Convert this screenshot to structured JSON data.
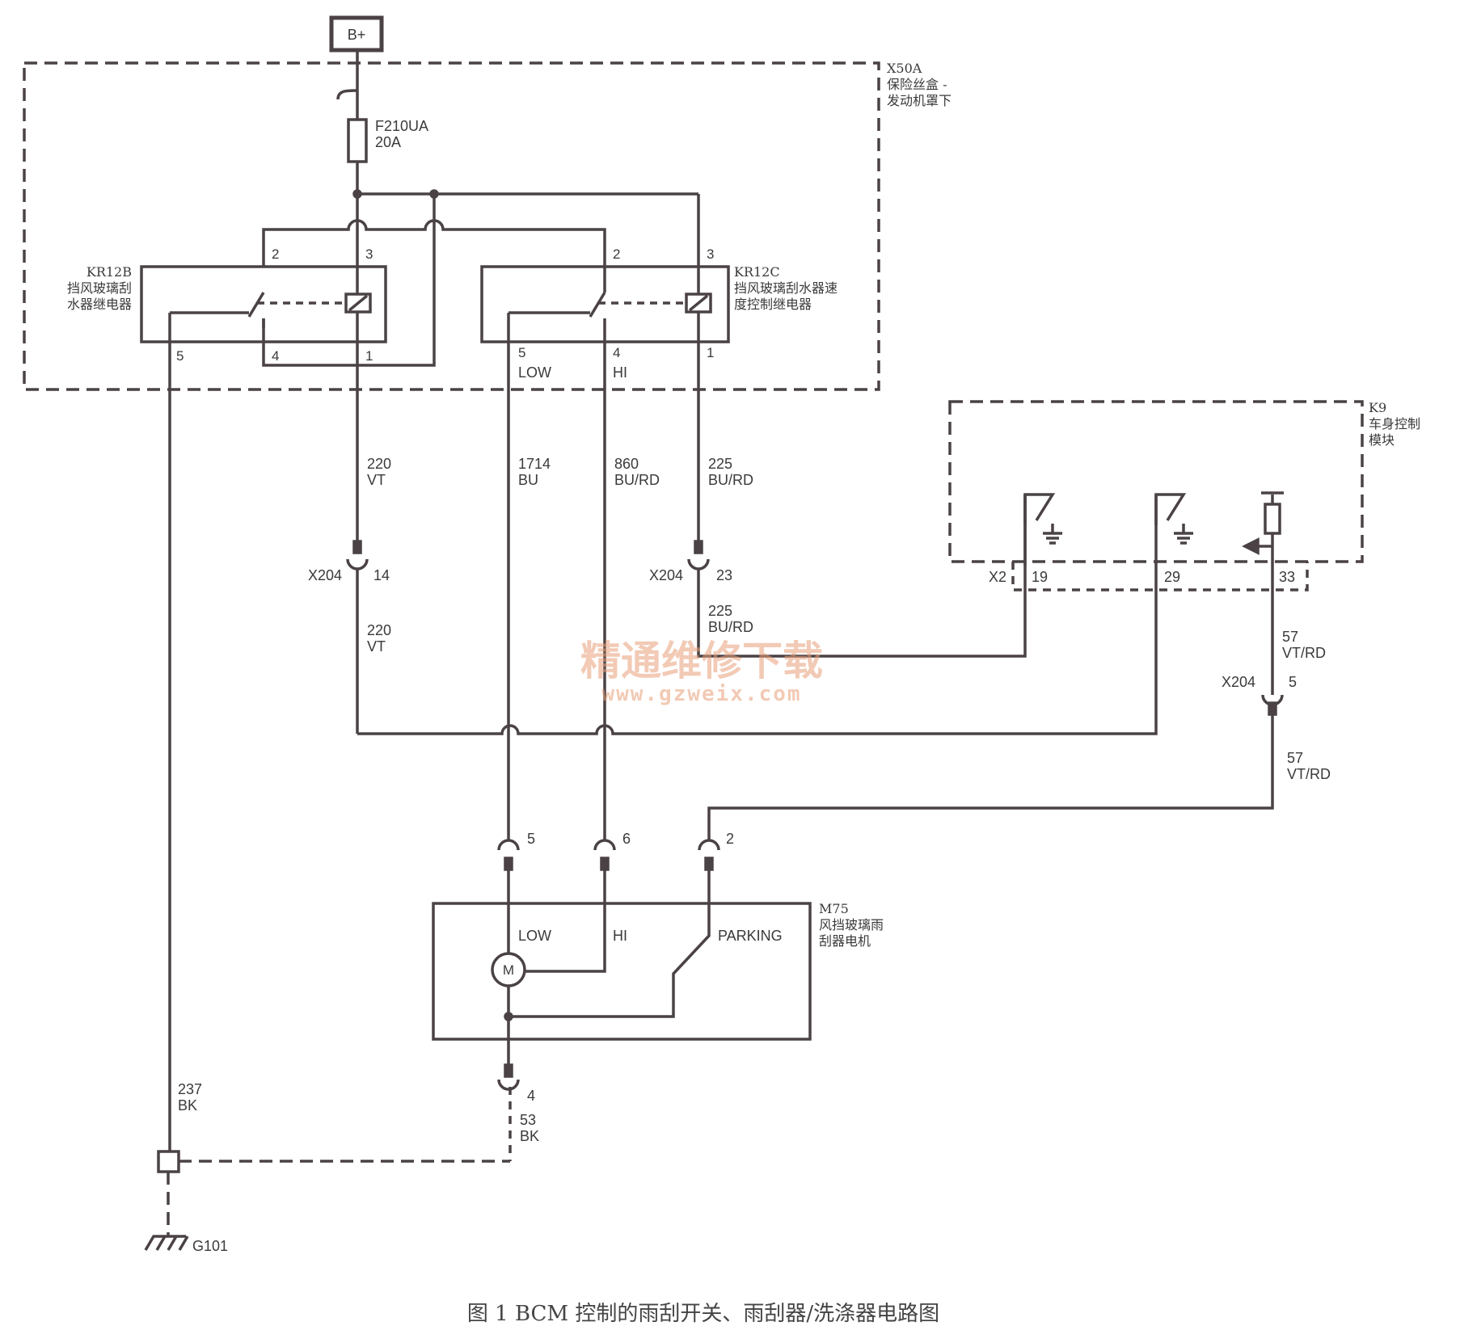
{
  "caption": "图 1   BCM 控制的雨刮开关、雨刮器/洗涤器电路图",
  "power": {
    "label": "B+"
  },
  "fuse_box": {
    "id": "X50A",
    "name_line1": "保险丝盒 -",
    "name_line2": "发动机罩下"
  },
  "fuse": {
    "id": "F210UA",
    "rating": "20A"
  },
  "relay_b": {
    "id": "KR12B",
    "name_line1": "挡风玻璃刮",
    "name_line2": "水器继电器",
    "pins": [
      "2",
      "3",
      "5",
      "4",
      "1"
    ]
  },
  "relay_c": {
    "id": "KR12C",
    "name_line1": "挡风玻璃刮水器速",
    "name_line2": "度控制继电器",
    "pins": [
      "2",
      "3",
      "5",
      "4",
      "1"
    ],
    "pin5_label": "LOW",
    "pin4_label": "HI"
  },
  "bcm": {
    "id": "K9",
    "name_line1": "车身控制",
    "name_line2": "模块",
    "connector": "X2",
    "pins": [
      "19",
      "29",
      "33"
    ]
  },
  "wires": {
    "w220_top": {
      "circuit": "220",
      "color": "VT"
    },
    "w1714": {
      "circuit": "1714",
      "color": "BU"
    },
    "w860": {
      "circuit": "860",
      "color": "BU/RD"
    },
    "w225_top": {
      "circuit": "225",
      "color": "BU/RD"
    },
    "w220_bottom": {
      "circuit": "220",
      "color": "VT"
    },
    "w225_bottom": {
      "circuit": "225",
      "color": "BU/RD"
    },
    "w57_top": {
      "circuit": "57",
      "color": "VT/RD"
    },
    "w57_bottom": {
      "circuit": "57",
      "color": "VT/RD"
    },
    "w237": {
      "circuit": "237",
      "color": "BK"
    },
    "w53": {
      "circuit": "53",
      "color": "BK"
    }
  },
  "connectors": {
    "x204_14": {
      "id": "X204",
      "pin": "14"
    },
    "x204_23": {
      "id": "X204",
      "pin": "23"
    },
    "x204_5": {
      "id": "X204",
      "pin": "5"
    },
    "motor_pins": [
      "5",
      "6",
      "2",
      "4"
    ]
  },
  "motor": {
    "id": "M75",
    "name_line1": "风挡玻璃雨",
    "name_line2": "刮器电机",
    "low": "LOW",
    "hi": "HI",
    "parking": "PARKING",
    "symbol": "M"
  },
  "ground": {
    "id": "G101"
  },
  "watermark": {
    "line1": "精通维修下载",
    "line2": "www.gzweix.com"
  },
  "colors": {
    "line": "#4a4244",
    "text": "#3a3a3a",
    "watermark": "#e8a07a"
  }
}
